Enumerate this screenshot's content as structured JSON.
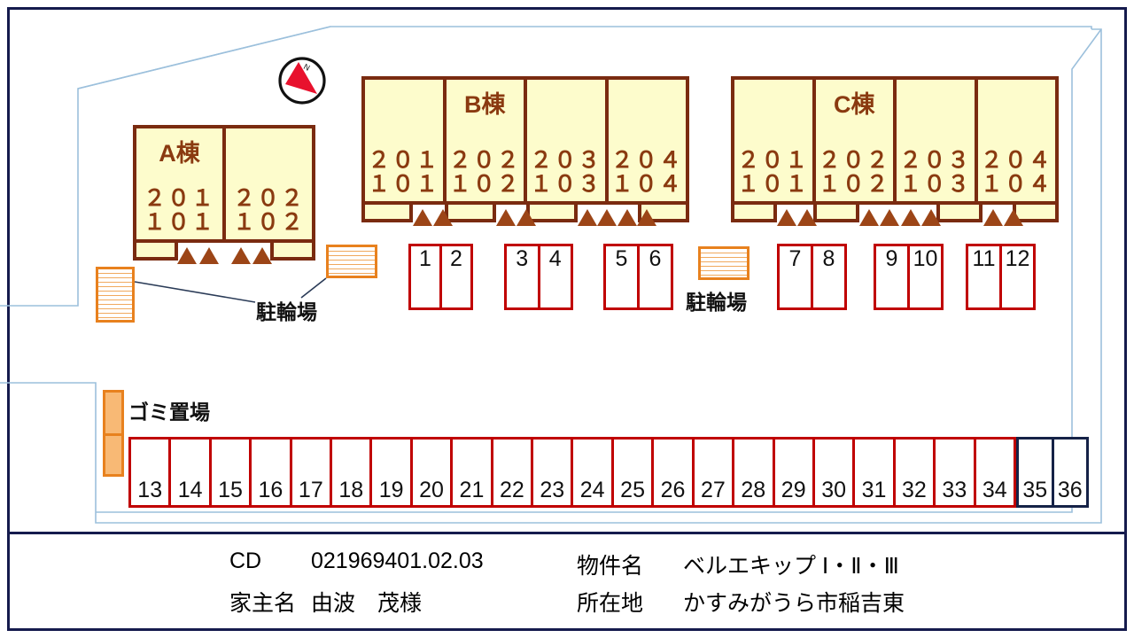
{
  "document": {
    "type": "property-site-plan",
    "compass": {
      "label": "N"
    }
  },
  "buildings": [
    {
      "id": "A",
      "name": "A棟",
      "name_col": 0,
      "units": [
        {
          "upper": "２０１",
          "lower": "１０１"
        },
        {
          "upper": "２０２",
          "lower": "１０２"
        }
      ]
    },
    {
      "id": "B",
      "name": "B棟",
      "name_col": 1,
      "units": [
        {
          "upper": "２０１",
          "lower": "１０１"
        },
        {
          "upper": "２０２",
          "lower": "１０２"
        },
        {
          "upper": "２０３",
          "lower": "１０３"
        },
        {
          "upper": "２０４",
          "lower": "１０４"
        }
      ]
    },
    {
      "id": "C",
      "name": "C棟",
      "name_col": 1,
      "units": [
        {
          "upper": "２０１",
          "lower": "１０１"
        },
        {
          "upper": "２０２",
          "lower": "１０２"
        },
        {
          "upper": "２０３",
          "lower": "１０３"
        },
        {
          "upper": "２０４",
          "lower": "１０４"
        }
      ]
    }
  ],
  "parking": {
    "groups_upper": [
      {
        "numbers": [
          "1",
          "2"
        ]
      },
      {
        "numbers": [
          "3",
          "4"
        ]
      },
      {
        "numbers": [
          "5",
          "6"
        ]
      },
      {
        "numbers": [
          "7",
          "8"
        ]
      },
      {
        "numbers": [
          "9",
          "10"
        ]
      },
      {
        "numbers": [
          "11",
          "12"
        ]
      }
    ],
    "row_lower_red": [
      "13",
      "14",
      "15",
      "16",
      "17",
      "18",
      "19",
      "20",
      "21",
      "22",
      "23",
      "24",
      "25",
      "26",
      "27",
      "28",
      "29",
      "30",
      "31",
      "32",
      "33",
      "34"
    ],
    "row_lower_navy": [
      "35",
      "36"
    ]
  },
  "labels": {
    "bicycle_parking_left": "駐輪場",
    "bicycle_parking_right": "駐輪場",
    "trash_area": "ゴミ置場"
  },
  "footer": {
    "cd_label": "CD",
    "cd_value": "021969401.02.03",
    "property_label": "物件名",
    "property_value": "ベルエキップ Ⅰ・Ⅱ・Ⅲ",
    "owner_label": "家主名",
    "owner_value": "由波　茂様",
    "address_label": "所在地",
    "address_value": "かすみがうら市稲吉東"
  },
  "colors": {
    "building_fill": "#FDFCCC",
    "building_border": "#7A2B10",
    "building_text": "#8A3A10",
    "stall_red": "#C00000",
    "stall_navy": "#152247",
    "bike_orange": "#E8811E",
    "trash_orange": "#F8B975",
    "frame_navy": "#151B4D",
    "boundary_blue": "#9CC0DC",
    "compass_red": "#E8112D"
  }
}
